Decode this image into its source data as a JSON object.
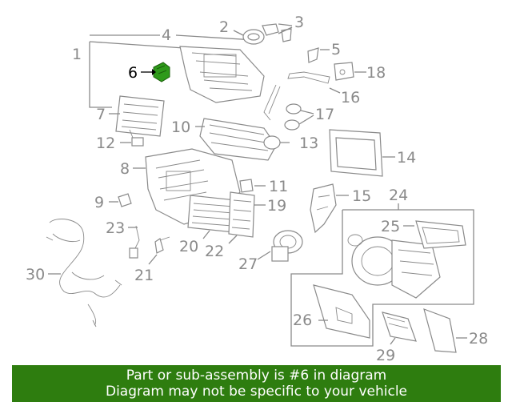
{
  "diagram": {
    "highlight_color": "#2e9a1a",
    "callouts": [
      {
        "id": "1",
        "label": "1"
      },
      {
        "id": "2",
        "label": "2"
      },
      {
        "id": "3",
        "label": "3"
      },
      {
        "id": "4",
        "label": "4"
      },
      {
        "id": "5",
        "label": "5"
      },
      {
        "id": "6",
        "label": "6",
        "highlighted": true
      },
      {
        "id": "7",
        "label": "7"
      },
      {
        "id": "8",
        "label": "8"
      },
      {
        "id": "9",
        "label": "9"
      },
      {
        "id": "10",
        "label": "10"
      },
      {
        "id": "11",
        "label": "11"
      },
      {
        "id": "12",
        "label": "12"
      },
      {
        "id": "13",
        "label": "13"
      },
      {
        "id": "14",
        "label": "14"
      },
      {
        "id": "15",
        "label": "15"
      },
      {
        "id": "16",
        "label": "16"
      },
      {
        "id": "17",
        "label": "17"
      },
      {
        "id": "18",
        "label": "18"
      },
      {
        "id": "19",
        "label": "19"
      },
      {
        "id": "20",
        "label": "20"
      },
      {
        "id": "21",
        "label": "21"
      },
      {
        "id": "22",
        "label": "22"
      },
      {
        "id": "23",
        "label": "23"
      },
      {
        "id": "24",
        "label": "24"
      },
      {
        "id": "25",
        "label": "25"
      },
      {
        "id": "26",
        "label": "26"
      },
      {
        "id": "27",
        "label": "27"
      },
      {
        "id": "28",
        "label": "28"
      },
      {
        "id": "29",
        "label": "29"
      },
      {
        "id": "30",
        "label": "30"
      }
    ]
  },
  "banner": {
    "color": "#2e7d0f",
    "line1": "Part or sub-assembly is #6 in diagram",
    "line2": "Diagram may not be specific to your vehicle"
  }
}
